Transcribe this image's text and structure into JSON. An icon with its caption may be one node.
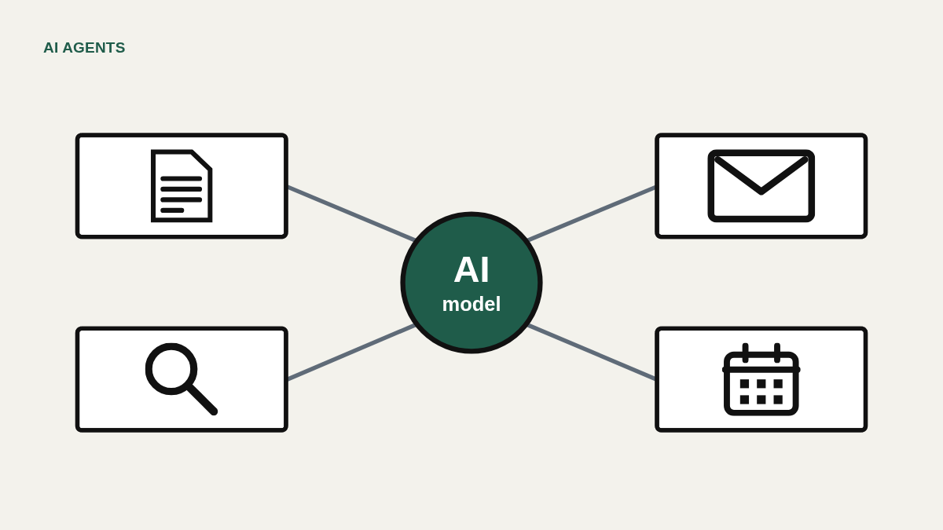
{
  "diagram": {
    "title": "AI AGENTS",
    "nodes": [
      {
        "text": [],
        "shape": "document"
      },
      {
        "text": [],
        "shape": "envelope"
      },
      {
        "text": [
          "AI",
          "model"
        ]
      },
      {
        "text": [],
        "shape": "magnifier"
      },
      {
        "text": [],
        "shape": "calendar"
      }
    ],
    "edges": [
      {
        "from": 0,
        "to": 2,
        "arrow": "none"
      },
      {
        "from": 2,
        "to": 1,
        "arrow": "none"
      },
      {
        "from": 3,
        "to": 2,
        "arrow": "none"
      },
      {
        "from": 2,
        "to": 4,
        "arrow": "none"
      }
    ]
  }
}
